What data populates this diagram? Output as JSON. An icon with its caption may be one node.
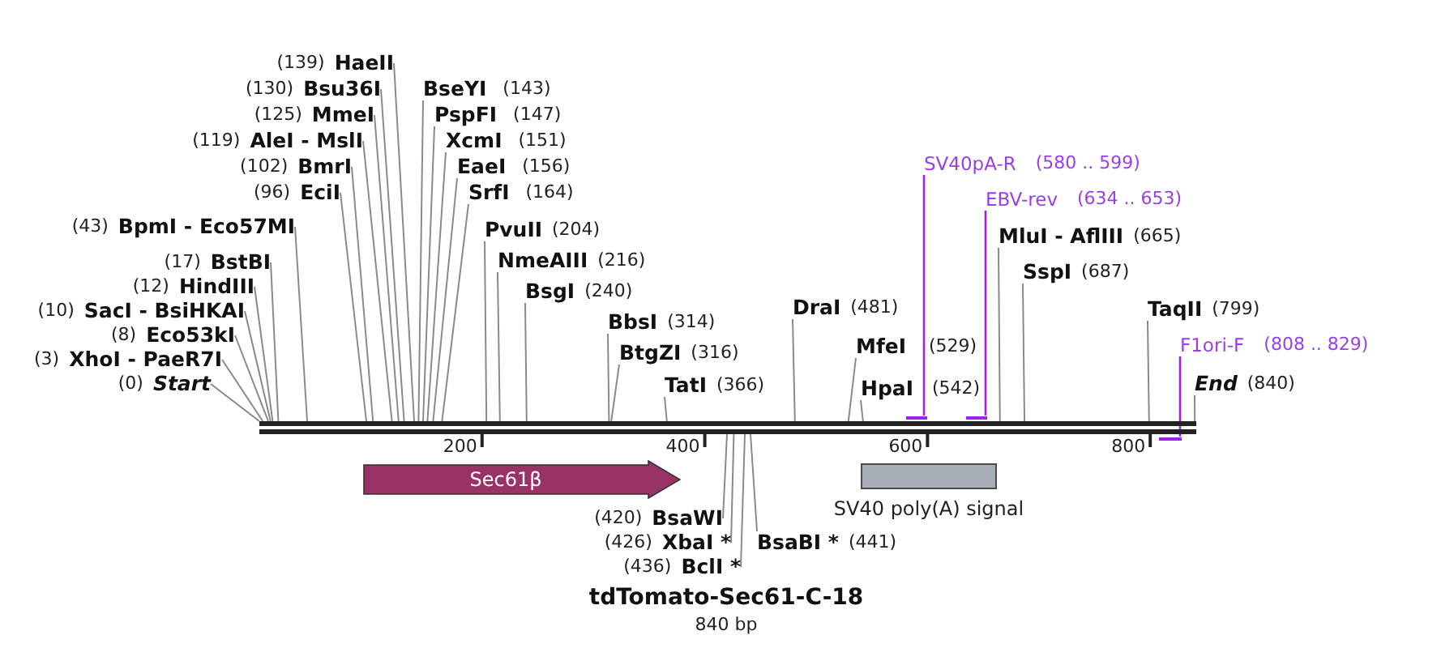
{
  "diagram": {
    "title": "tdTomato-Sec61-C-18",
    "caption": "840 bp",
    "nodes": [
      {
        "text": [
          "Start"
        ],
        "beside": [
          "(0)"
        ]
      },
      {
        "text": [
          "XhoI - PaeR7I"
        ],
        "beside": [
          "(3)"
        ]
      },
      {
        "text": [
          "Eco53kI"
        ],
        "beside": [
          "(8)"
        ]
      },
      {
        "text": [
          "SacI - BsiHKAI"
        ],
        "beside": [
          "(10)"
        ]
      },
      {
        "text": [
          "HindIII"
        ],
        "beside": [
          "(12)"
        ]
      },
      {
        "text": [
          "BstBI"
        ],
        "beside": [
          "(17)"
        ]
      },
      {
        "text": [
          "BpmI - Eco57MI"
        ],
        "beside": [
          "(43)"
        ]
      },
      {
        "text": [
          "EciI"
        ],
        "beside": [
          "(96)"
        ]
      },
      {
        "text": [
          "BmrI"
        ],
        "beside": [
          "(102)"
        ]
      },
      {
        "text": [
          "AleI - MslI"
        ],
        "beside": [
          "(119)"
        ]
      },
      {
        "text": [
          "MmeI"
        ],
        "beside": [
          "(125)"
        ]
      },
      {
        "text": [
          "Bsu36I"
        ],
        "beside": [
          "(130)"
        ]
      },
      {
        "text": [
          "HaeII"
        ],
        "beside": [
          "(139)"
        ]
      },
      {
        "text": [
          "BseYI"
        ],
        "beside": [
          "(143)"
        ]
      },
      {
        "text": [
          "PspFI"
        ],
        "beside": [
          "(147)"
        ]
      },
      {
        "text": [
          "XcmI"
        ],
        "beside": [
          "(151)"
        ]
      },
      {
        "text": [
          "EaeI"
        ],
        "beside": [
          "(156)"
        ]
      },
      {
        "text": [
          "SrfI"
        ],
        "beside": [
          "(164)"
        ]
      },
      {
        "text": [
          "PvuII"
        ],
        "beside": [
          "(204)"
        ]
      },
      {
        "text": [
          "NmeAIII"
        ],
        "beside": [
          "(216)"
        ]
      },
      {
        "text": [
          "BsgI"
        ],
        "beside": [
          "(240)"
        ]
      },
      {
        "text": [
          "BbsI"
        ],
        "beside": [
          "(314)"
        ]
      },
      {
        "text": [
          "BtgZI"
        ],
        "beside": [
          "(316)"
        ]
      },
      {
        "text": [
          "TatI"
        ],
        "beside": [
          "(366)"
        ]
      },
      {
        "text": [
          "BsaWI"
        ],
        "beside": [
          "(420)"
        ]
      },
      {
        "text": [
          "XbaI *"
        ],
        "beside": [
          "(426)"
        ]
      },
      {
        "text": [
          "BclI *"
        ],
        "beside": [
          "(436)"
        ]
      },
      {
        "text": [
          "BsaBI *"
        ],
        "beside": [
          "(441)"
        ]
      },
      {
        "text": [
          "DraI"
        ],
        "beside": [
          "(481)"
        ]
      },
      {
        "text": [
          "MfeI"
        ],
        "beside": [
          "(529)"
        ]
      },
      {
        "text": [
          "HpaI"
        ],
        "beside": [
          "(542)"
        ]
      },
      {
        "text": [
          "SV40pA-R"
        ],
        "beside": [
          "(580 .. 599)"
        ]
      },
      {
        "text": [
          "EBV-rev"
        ],
        "beside": [
          "(634 .. 653)"
        ]
      },
      {
        "text": [
          "MluI - AflIII"
        ],
        "beside": [
          "(665)"
        ]
      },
      {
        "text": [
          "SspI"
        ],
        "beside": [
          "(687)"
        ]
      },
      {
        "text": [
          "TaqII"
        ],
        "beside": [
          "(799)"
        ]
      },
      {
        "text": [
          "F1ori-F"
        ],
        "beside": [
          "(808 .. 829)"
        ]
      },
      {
        "text": [
          "End"
        ],
        "beside": [
          "(840)"
        ]
      },
      {
        "text": [],
        "shape": "bar"
      },
      {
        "text": [],
        "shape": "bar"
      },
      {
        "text": [],
        "shape": "bar"
      },
      {
        "text": [],
        "shape": "bar"
      },
      {
        "text": [
          "Sec61β"
        ]
      },
      {
        "text": [
          "SV40 poly(A) signal"
        ]
      }
    ],
    "edges": [
      {
        "from": 0,
        "to": 38,
        "arrow": "none"
      },
      {
        "from": 1,
        "to": 38,
        "arrow": "none"
      },
      {
        "from": 2,
        "to": 38,
        "arrow": "none"
      },
      {
        "from": 3,
        "to": 38,
        "arrow": "none"
      },
      {
        "from": 4,
        "to": 38,
        "arrow": "none"
      },
      {
        "from": 5,
        "to": 38,
        "arrow": "none"
      },
      {
        "from": 6,
        "to": 38,
        "arrow": "none"
      },
      {
        "from": 7,
        "to": 38,
        "arrow": "none"
      },
      {
        "from": 8,
        "to": 38,
        "arrow": "none"
      },
      {
        "from": 9,
        "to": 38,
        "arrow": "none"
      },
      {
        "from": 10,
        "to": 38,
        "arrow": "none"
      },
      {
        "from": 11,
        "to": 38,
        "arrow": "none"
      },
      {
        "from": 12,
        "to": 38,
        "arrow": "none"
      },
      {
        "from": 13,
        "to": 38,
        "arrow": "none"
      },
      {
        "from": 14,
        "to": 38,
        "arrow": "none"
      },
      {
        "from": 15,
        "to": 38,
        "arrow": "none"
      },
      {
        "from": 16,
        "to": 38,
        "arrow": "none"
      },
      {
        "from": 17,
        "to": 38,
        "arrow": "none"
      },
      {
        "from": 18,
        "to": 38,
        "arrow": "none"
      },
      {
        "from": 19,
        "to": 38,
        "arrow": "none"
      },
      {
        "from": 20,
        "to": 38,
        "arrow": "none"
      },
      {
        "from": 21,
        "to": 38,
        "arrow": "none"
      },
      {
        "from": 22,
        "to": 38,
        "arrow": "none"
      },
      {
        "from": 23,
        "to": 38,
        "arrow": "none"
      },
      {
        "from": 24,
        "to": 38,
        "arrow": "none"
      },
      {
        "from": 25,
        "to": 38,
        "arrow": "none"
      },
      {
        "from": 26,
        "to": 38,
        "arrow": "none"
      },
      {
        "from": 27,
        "to": 38,
        "arrow": "none"
      },
      {
        "from": 28,
        "to": 38,
        "arrow": "none"
      },
      {
        "from": 29,
        "to": 38,
        "arrow": "none"
      },
      {
        "from": 30,
        "to": 38,
        "arrow": "none"
      },
      {
        "from": 31,
        "to": 39,
        "arrow": "none",
        "color": "#a020f0"
      },
      {
        "from": 32,
        "to": 40,
        "arrow": "none",
        "color": "#a020f0"
      },
      {
        "from": 33,
        "to": 38,
        "arrow": "none"
      },
      {
        "from": 34,
        "to": 38,
        "arrow": "none"
      },
      {
        "from": 35,
        "to": 38,
        "arrow": "none"
      },
      {
        "from": 36,
        "to": 41,
        "arrow": "none",
        "color": "#a020f0"
      },
      {
        "from": 37,
        "to": 38,
        "arrow": "none"
      }
    ],
    "labels": [
      "200",
      "400",
      "600",
      "800"
    ]
  }
}
